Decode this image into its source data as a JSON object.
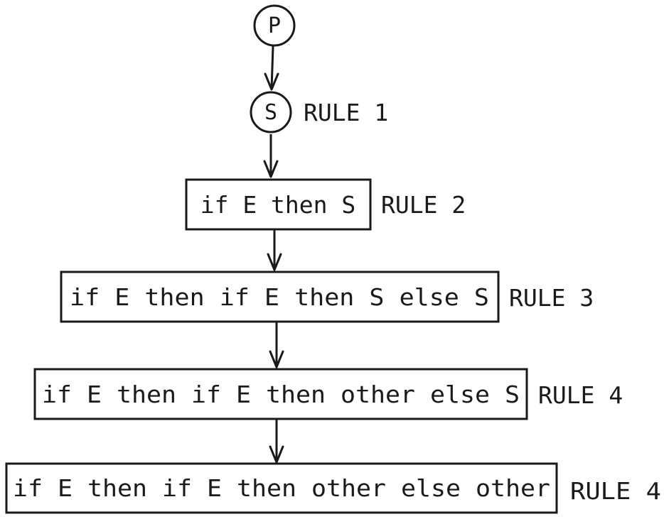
{
  "nodes": [
    {
      "id": "P",
      "label": "P",
      "shape": "circle",
      "rule": ""
    },
    {
      "id": "S",
      "label": "S",
      "shape": "circle",
      "rule": "RULE 1"
    },
    {
      "id": "step2",
      "label": "if E then S",
      "shape": "box",
      "rule": "RULE 2"
    },
    {
      "id": "step3",
      "label": "if E then if E then S else S",
      "shape": "box",
      "rule": "RULE 3"
    },
    {
      "id": "step4",
      "label": "if E then if E then other else S",
      "shape": "box",
      "rule": "RULE 4"
    },
    {
      "id": "step5",
      "label": "if E then if E then other else other",
      "shape": "box",
      "rule": "RULE 4"
    }
  ],
  "edges": [
    {
      "from": "P",
      "to": "S"
    },
    {
      "from": "S",
      "to": "step2"
    },
    {
      "from": "step2",
      "to": "step3"
    },
    {
      "from": "step3",
      "to": "step4"
    },
    {
      "from": "step4",
      "to": "step5"
    }
  ],
  "colors": {
    "stroke": "#1a1a1a",
    "background": "#ffffff"
  }
}
